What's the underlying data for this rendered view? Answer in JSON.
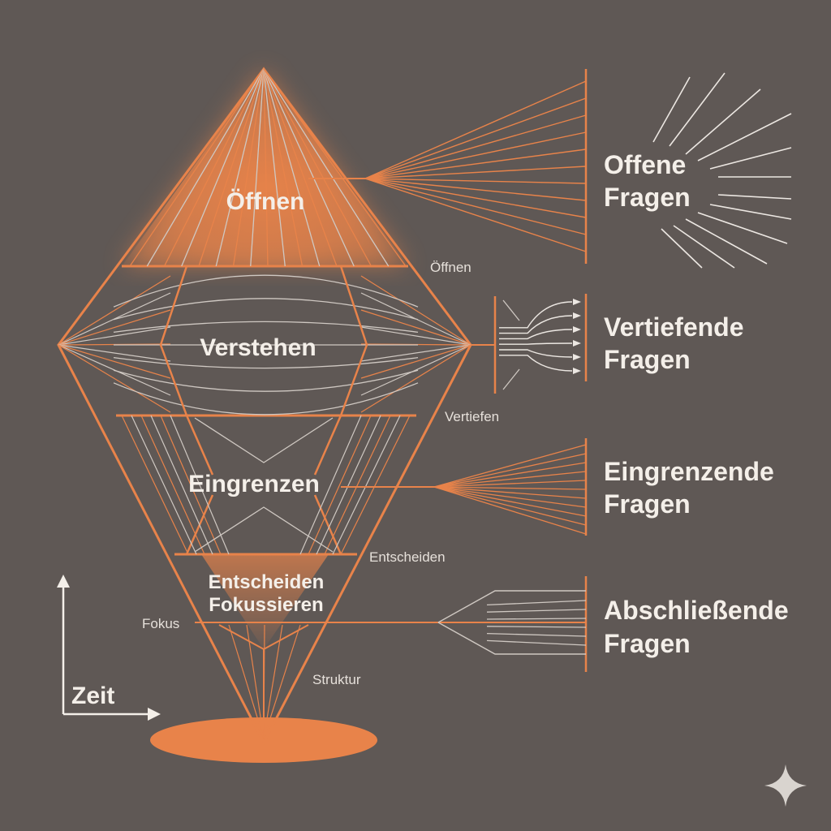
{
  "colors": {
    "background": "#5f5855",
    "accent": "#e8834a",
    "line_light": "#cfc8c2",
    "text": "#f4efe9"
  },
  "diamond": {
    "phases": [
      "Öffnen",
      "Verstehen",
      "Eingrenzen"
    ],
    "final_phase": [
      "Entscheiden",
      "Fokussieren"
    ]
  },
  "side_labels": {
    "oeffnen": "Öffnen",
    "vertiefen": "Vertiefen",
    "entscheiden": "Entscheiden",
    "fokus": "Fokus",
    "struktur": "Struktur"
  },
  "question_types": [
    {
      "line1": "Offene",
      "line2": "Fragen"
    },
    {
      "line1": "Vertiefende",
      "line2": "Fragen"
    },
    {
      "line1": "Eingrenzende",
      "line2": "Fragen"
    },
    {
      "line1": "Abschließende",
      "line2": "Fragen"
    }
  ],
  "axis": {
    "label": "Zeit"
  },
  "icons": {
    "corner": "sparkle-icon"
  }
}
